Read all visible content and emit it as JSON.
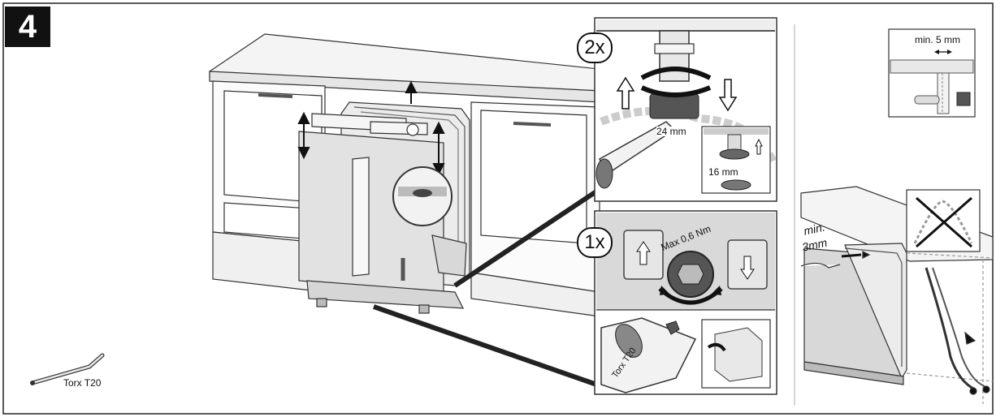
{
  "step": {
    "number": "4"
  },
  "tool": {
    "name": "Torx T20"
  },
  "detail_feet": {
    "multiplier": "2x",
    "wrench_size": "24 mm",
    "inset_wrench_size": "16 mm"
  },
  "detail_rear_adjust": {
    "multiplier": "1x",
    "torque": "Max 0,6 Nm",
    "bit_label": "Torx T20"
  },
  "detail_gap": {
    "label": "min. 5 mm"
  },
  "detail_top_gap": {
    "label_line1": "min.",
    "label_line2": "3mm"
  },
  "colors": {
    "ink": "#111111",
    "panel_grey": "#d9d9d9",
    "dark_grey": "#6b6b6b",
    "paper": "#ffffff"
  }
}
